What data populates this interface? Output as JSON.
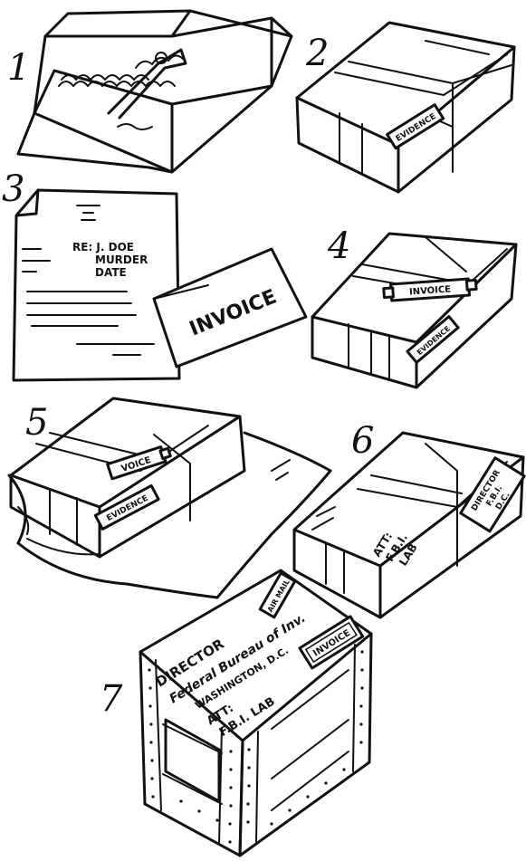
{
  "steps": [
    {
      "number": "1"
    },
    {
      "number": "2",
      "label": "EVIDENCE"
    },
    {
      "number": "3",
      "letter_lines": [
        "RE: J. DOE",
        "MURDER",
        "DATE"
      ]
    },
    {
      "number": "4",
      "invoice": "INVOICE",
      "tags": [
        "INVOICE",
        "EVIDENCE"
      ]
    },
    {
      "number": "5",
      "tags": [
        "VOICE",
        "EVIDENCE"
      ]
    },
    {
      "number": "6",
      "att": [
        "ATT:",
        "F.B.I.",
        "LAB"
      ],
      "director": [
        "DIRECTOR",
        "F.B.I.",
        "D.C."
      ]
    },
    {
      "number": "7",
      "address": [
        "DIRECTOR",
        "Federal Bureau of Inv.",
        "WASHINGTON, D.C.",
        "ATT:",
        "F.B.I. LAB"
      ],
      "stamp": "AIR MAIL",
      "invoice": "INVOICE"
    }
  ]
}
